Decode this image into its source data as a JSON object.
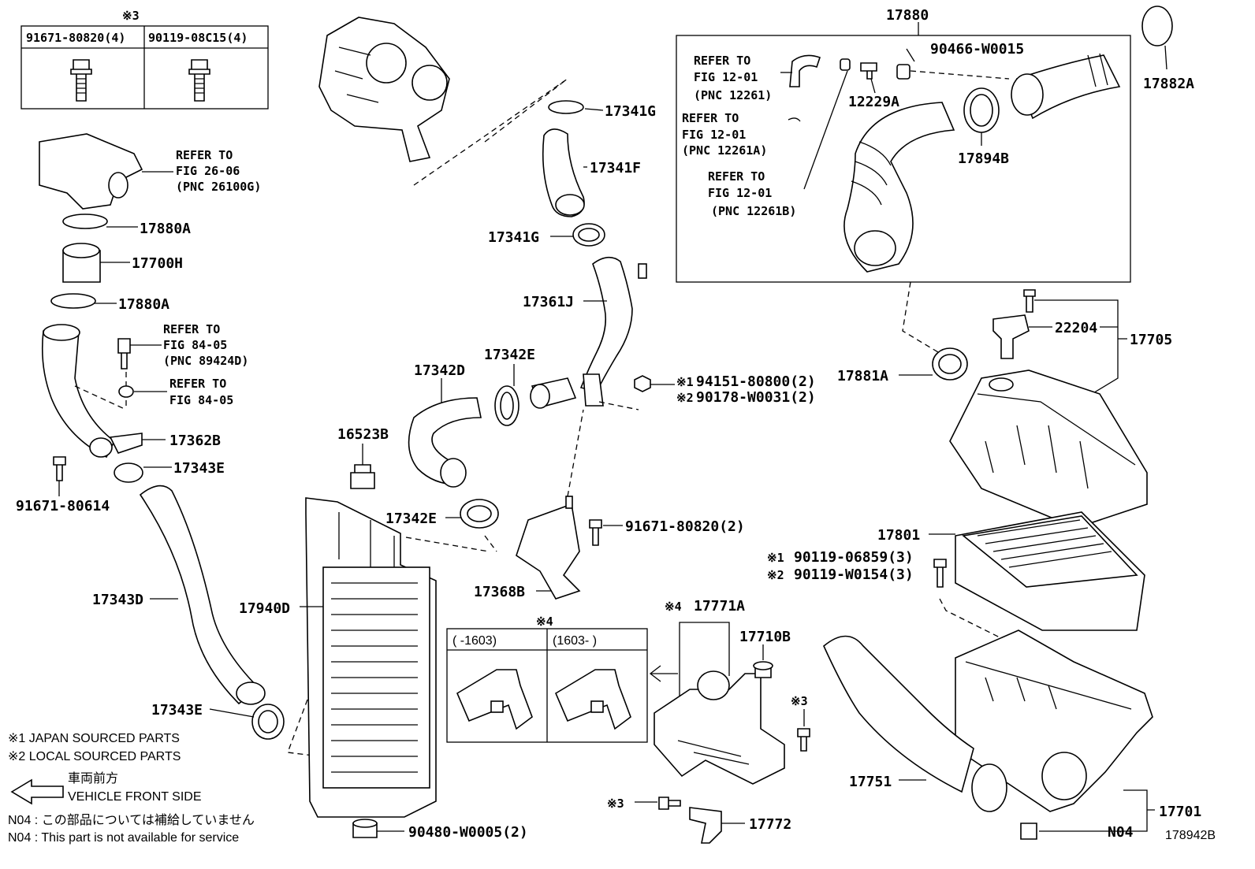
{
  "diagram": {
    "figure_number": "178942B",
    "callouts": {
      "c17880": "17880",
      "c17882A": "17882A",
      "c90466": "90466-W0015",
      "c12229A": "12229A",
      "c17894B": "17894B",
      "c17341G_top": "17341G",
      "c17341F": "17341F",
      "c17341G_mid": "17341G",
      "c17361J": "17361J",
      "c17342E_top": "17342E",
      "c17342D": "17342D",
      "c17880A": "17880A",
      "c17700H": "17700H",
      "c17880A_2": "17880A",
      "c17362B": "17362B",
      "c17343E_top": "17343E",
      "c91671_80614": "91671-80614",
      "c16523B": "16523B",
      "c17342E_low": "17342E",
      "c91671_80820": "91671-80820(2)",
      "c17368B": "17368B",
      "c17343D": "17343D",
      "c17940D": "17940D",
      "c17343E_low": "17343E",
      "c90480": "90480-W0005(2)",
      "c17771A": "17771A",
      "c17710B": "17710B",
      "c17772": "17772",
      "c22204": "22204",
      "c17705": "17705",
      "c17881A": "17881A",
      "c17801": "17801",
      "c17751": "17751",
      "c17701": "17701",
      "cN04": "N04",
      "c94151": "94151-80800(2)",
      "c90178": "90178-W0031(2)",
      "c90119_06859": "90119-06859(3)",
      "c90119_W0154": "90119-W0154(3)"
    },
    "marks": {
      "m1a": "※1",
      "m2a": "※2",
      "m1b": "※1",
      "m2b": "※2",
      "m3_box": "※3",
      "m3_right": "※3",
      "m3_low": "※3",
      "m4_box": "※4",
      "m4_bracket": "※4"
    },
    "bolt_table": {
      "col1": "91671-80820(4)",
      "col2": "90119-08C15(4)"
    },
    "variant_table": {
      "col1": "(    -1603)",
      "col2": "(1603-     )"
    },
    "refer_notes": {
      "r1": [
        "REFER TO",
        "FIG 12-01",
        "(PNC 12261)"
      ],
      "r2": [
        "REFER TO",
        "FIG 12-01",
        "(PNC 12261A)"
      ],
      "r3": [
        "REFER TO",
        "FIG 12-01",
        "(PNC 12261B)"
      ],
      "r4": [
        "REFER TO",
        "FIG 26-06",
        "(PNC 26100G)"
      ],
      "r5": [
        "REFER TO",
        "FIG 84-05",
        "(PNC 89424D)"
      ],
      "r6": [
        "REFER TO",
        "FIG 84-05"
      ]
    },
    "legend": {
      "l1": "※1 JAPAN SOURCED PARTS",
      "l2": "※2 LOCAL SOURCED PARTS",
      "front_jp": "車両前方",
      "front_en": "VEHICLE FRONT SIDE",
      "n04_jp": "N04 : この部品については補給していません",
      "n04_en": "N04 : This part is not available for service"
    }
  }
}
